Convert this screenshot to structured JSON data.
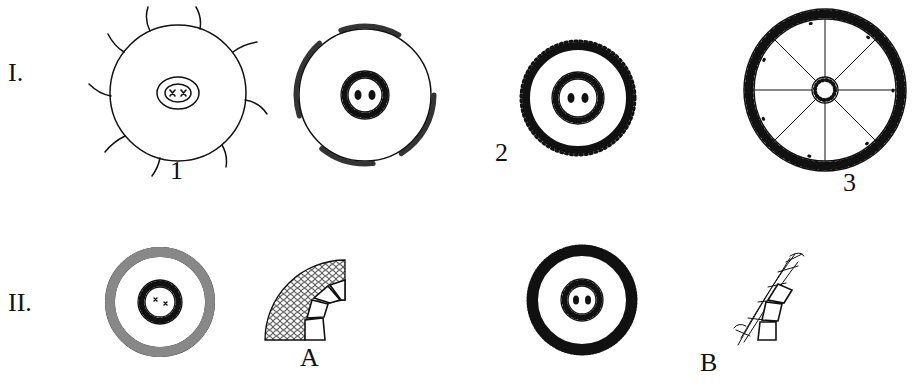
{
  "diagram": {
    "labels": [
      "I.",
      "1",
      "2",
      "3",
      "II.",
      "A",
      "B"
    ]
  }
}
